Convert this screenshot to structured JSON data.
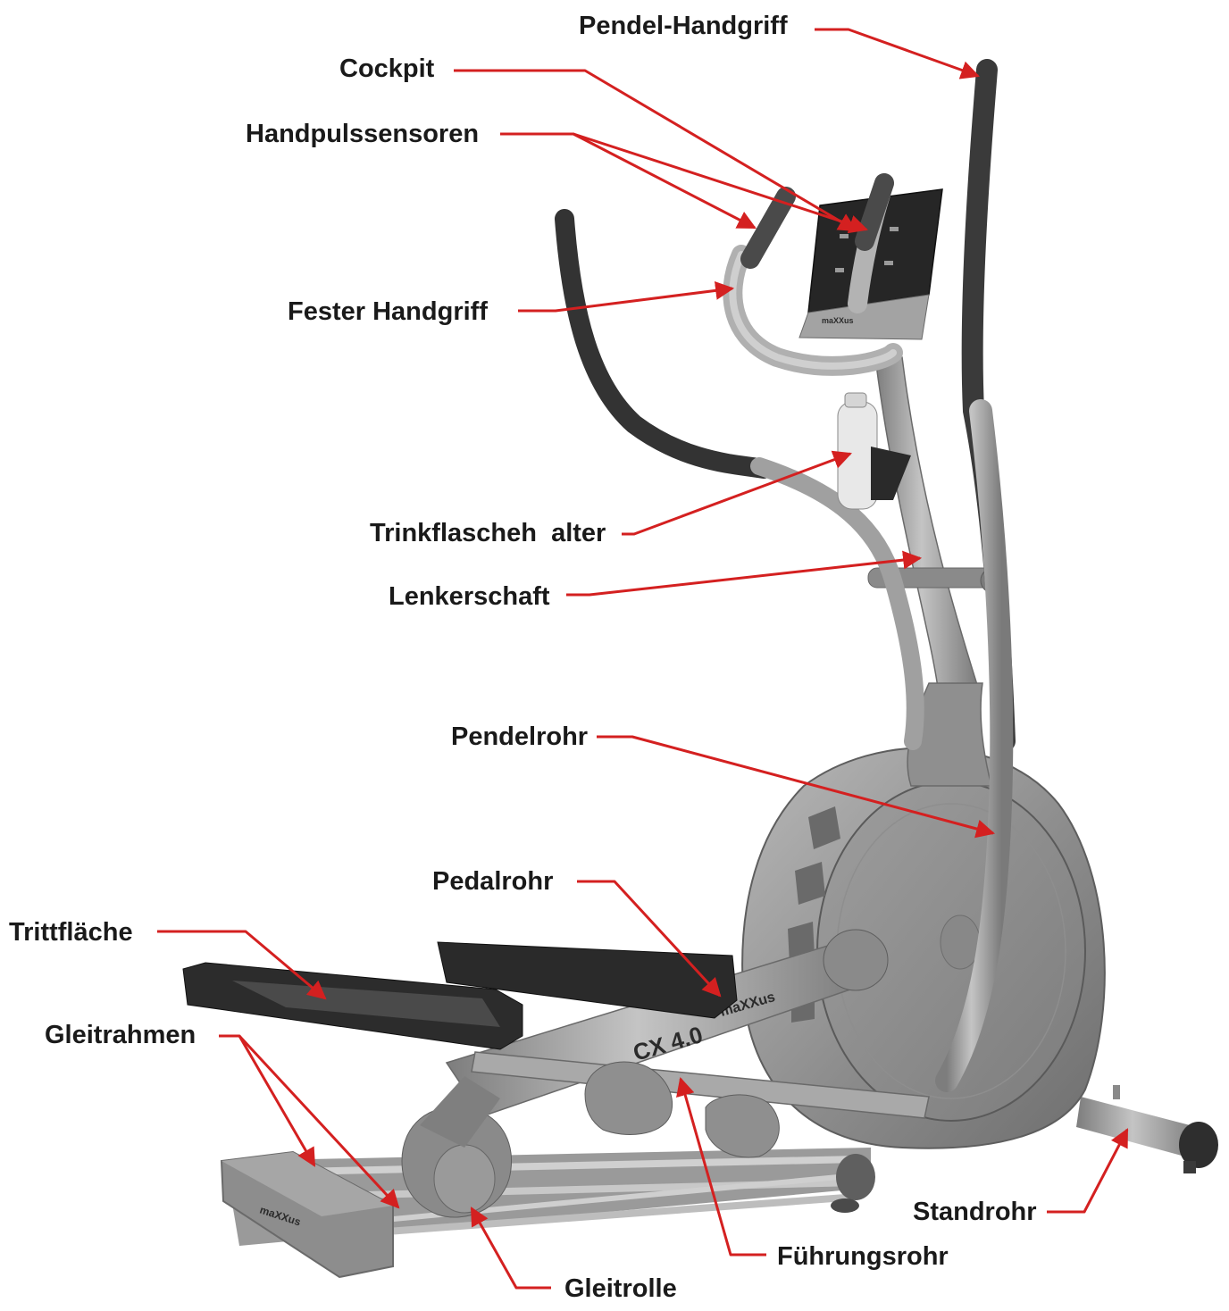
{
  "colors": {
    "leader": "#d42020",
    "label": "#1a1a1a",
    "frame": "#9a9a9a",
    "frame_dark": "#7a7a7a",
    "grip": "#3c3c3c",
    "pedal": "#2a2a2a",
    "background": "#ffffff"
  },
  "labels": [
    {
      "id": "pendel-handgriff",
      "text": "Pendel-Handgriff"
    },
    {
      "id": "cockpit",
      "text": "Cockpit"
    },
    {
      "id": "handpulssensoren",
      "text": "Handpulssensoren"
    },
    {
      "id": "fester-handgriff",
      "text": "Fester Handgriff"
    },
    {
      "id": "trinkflaschenhalter",
      "text": "Trinkflascheh  alter"
    },
    {
      "id": "lenkerschaft",
      "text": "Lenkerschaft"
    },
    {
      "id": "pendelrohr",
      "text": "Pendelrohr"
    },
    {
      "id": "pedalrohr",
      "text": "Pedalrohr"
    },
    {
      "id": "trittflaeche",
      "text": "Trittfläche"
    },
    {
      "id": "gleitrahmen",
      "text": "Gleitrahmen"
    },
    {
      "id": "standrohr",
      "text": "Standrohr"
    },
    {
      "id": "fuehrungsrohr",
      "text": "Führungsrohr"
    },
    {
      "id": "gleitrolle",
      "text": "Gleitrolle"
    }
  ],
  "machine": {
    "model": "CX 4.0",
    "brand": "maXXus"
  }
}
